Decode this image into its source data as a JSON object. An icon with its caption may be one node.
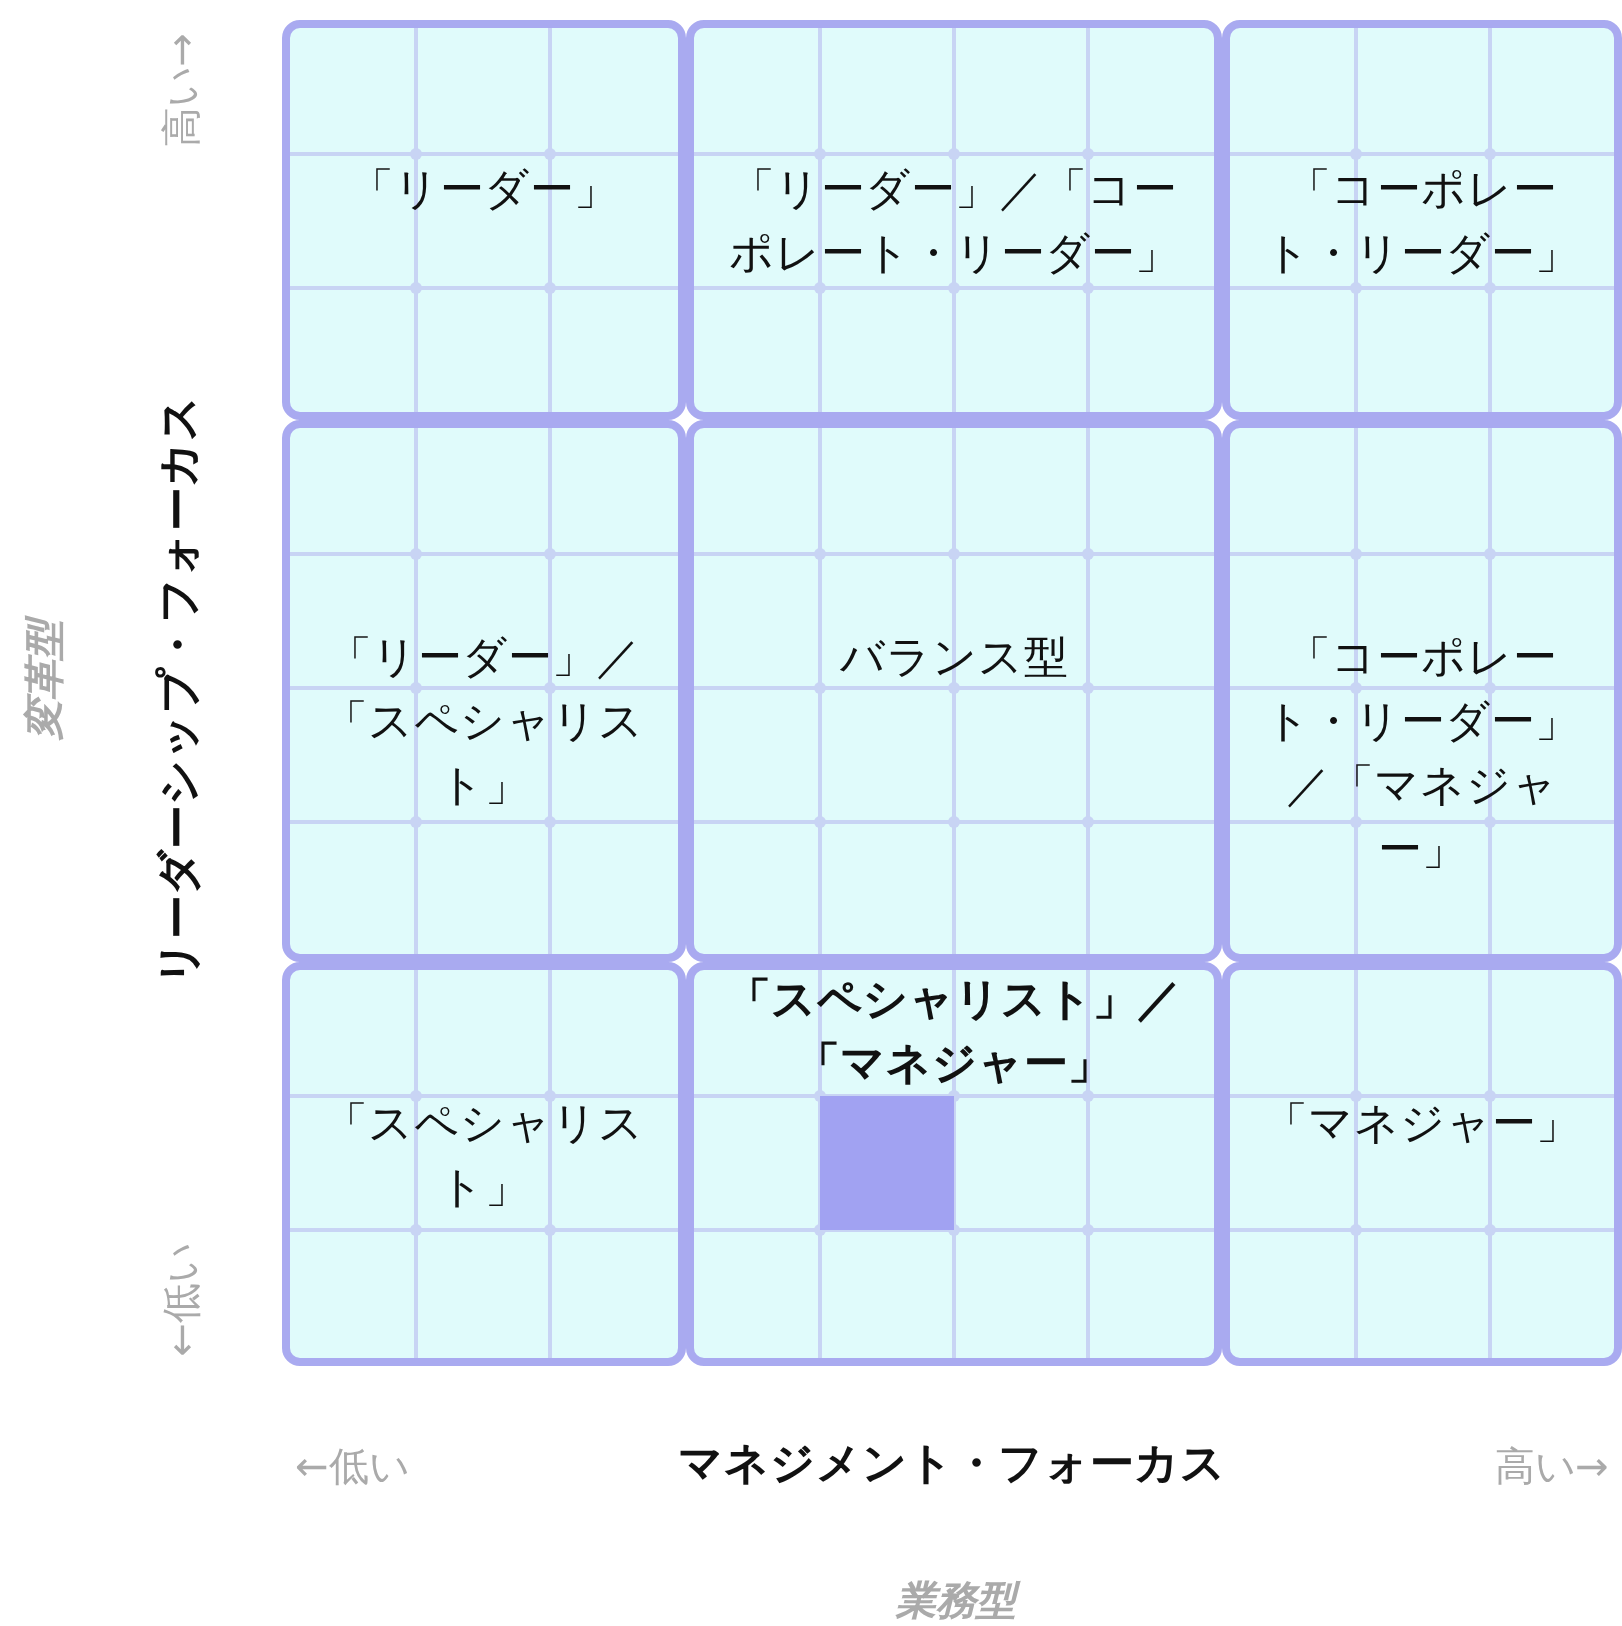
{
  "diagram": {
    "nodes": [
      {
        "text": [
          "「リーダー」"
        ]
      },
      {
        "text": [
          "「リーダー」／「コーポレート・リーダー」"
        ]
      },
      {
        "text": [
          "「コーポレート・リーダー」"
        ]
      },
      {
        "text": [
          "「リーダー」／「スペシャリスト」"
        ]
      },
      {
        "text": [
          "バランス型"
        ]
      },
      {
        "text": [
          "「コーポレート・リーダー」／「マネジャー」"
        ]
      },
      {
        "text": [
          "「スペシャリスト」"
        ]
      },
      {
        "text": [
          "「スペシャリスト」／「マネジャー」"
        ]
      },
      {
        "text": [
          "「マネジャー」"
        ]
      },
      {
        "text": [],
        "shape": "box",
        "in": 7
      }
    ],
    "labels": [
      "高い→",
      "リーダーシップ・フォーカス",
      "変革型",
      "←低い",
      "←低い",
      "マネジメント・フォーカス",
      "高い→",
      "業務型"
    ]
  }
}
